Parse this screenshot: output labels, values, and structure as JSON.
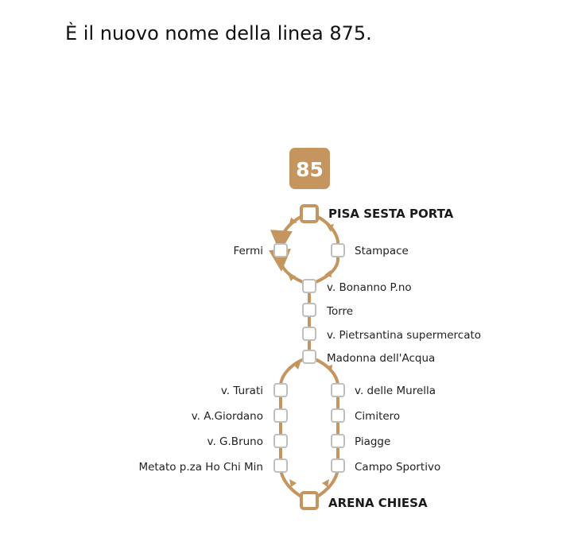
{
  "intro_text": "È il nuovo nome della linea 875.",
  "line": {
    "number": "85",
    "color": "#c4955e"
  },
  "stops": {
    "pisa_sesta_porta": "PISA SESTA PORTA",
    "fermi": "Fermi",
    "stampace": "Stampace",
    "bonanno": "v. Bonanno P.no",
    "torre": "Torre",
    "pietrsantina": "v. Pietrsantina supermercato",
    "madonna": "Madonna dell'Acqua",
    "turati": "v. Turati",
    "giordano": "v. A.Giordano",
    "bruno": "v. G.Bruno",
    "metato": "Metato p.za Ho Chi Min",
    "murella": "v. delle Murella",
    "cimitero": "Cimitero",
    "piagge": "Piagge",
    "campo_sportivo": "Campo Sportivo",
    "arena_chiesa": "ARENA CHIESA"
  }
}
